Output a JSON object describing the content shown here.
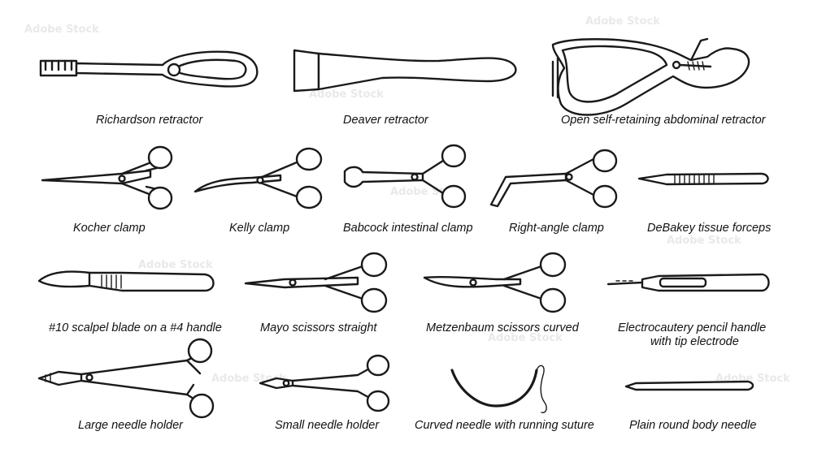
{
  "labels": {
    "richardson": "Richardson retractor",
    "deaver": "Deaver retractor",
    "open_self_retaining": "Open self-retaining abdominal retractor",
    "kocher": "Kocher clamp",
    "kelly": "Kelly clamp",
    "babcock": "Babcock intestinal clamp",
    "right_angle": "Right-angle clamp",
    "debakey": "DeBakey tissue forceps",
    "scalpel": "#10 scalpel blade on a #4 handle",
    "mayo": "Mayo scissors straight",
    "metzenbaum": "Metzenbaum scissors curved",
    "electrocautery_line1": "Electrocautery pencil handle",
    "electrocautery_line2": "with tip electrode",
    "large_needle_holder": "Large needle holder",
    "small_needle_holder": "Small needle holder",
    "curved_needle": "Curved needle with running suture",
    "plain_needle": "Plain round body needle"
  },
  "stock_id": "Adobe Stock | #204478295",
  "watermark_text": "Adobe Stock",
  "colors": {
    "line": "#1a1a1a",
    "background": "#ffffff",
    "watermark": "#e9e9e9"
  }
}
